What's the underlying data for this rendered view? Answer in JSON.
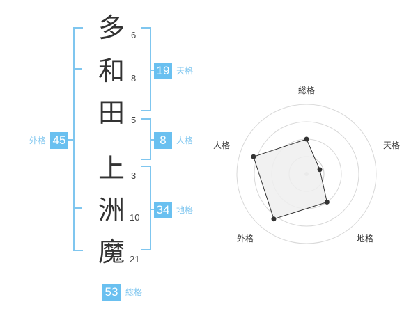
{
  "name": {
    "chars": [
      {
        "char": "多",
        "strokes": "6"
      },
      {
        "char": "和",
        "strokes": "8"
      },
      {
        "char": "田",
        "strokes": "5"
      },
      {
        "char": "上",
        "strokes": "3"
      },
      {
        "char": "洲",
        "strokes": "10"
      },
      {
        "char": "魔",
        "strokes": "21"
      }
    ]
  },
  "fortune": {
    "tenkaku": {
      "label": "天格",
      "value": "19"
    },
    "jinkaku": {
      "label": "人格",
      "value": "8"
    },
    "chikaku": {
      "label": "地格",
      "value": "34"
    },
    "gaikaku": {
      "label": "外格",
      "value": "45"
    },
    "soukaku": {
      "label": "総格",
      "value": "53"
    }
  },
  "chart_data": {
    "type": "radar",
    "axes": [
      "総格",
      "天格",
      "地格",
      "外格",
      "人格"
    ],
    "values": [
      2.5,
      1.0,
      2.5,
      4.0,
      4.0
    ],
    "max": 5,
    "rings": 4
  },
  "colors": {
    "accent": "#6ac0f0",
    "bracket": "#7fc6ef",
    "text": "#333333",
    "radar_fill": "#eeeeee",
    "radar_line": "#333333"
  }
}
